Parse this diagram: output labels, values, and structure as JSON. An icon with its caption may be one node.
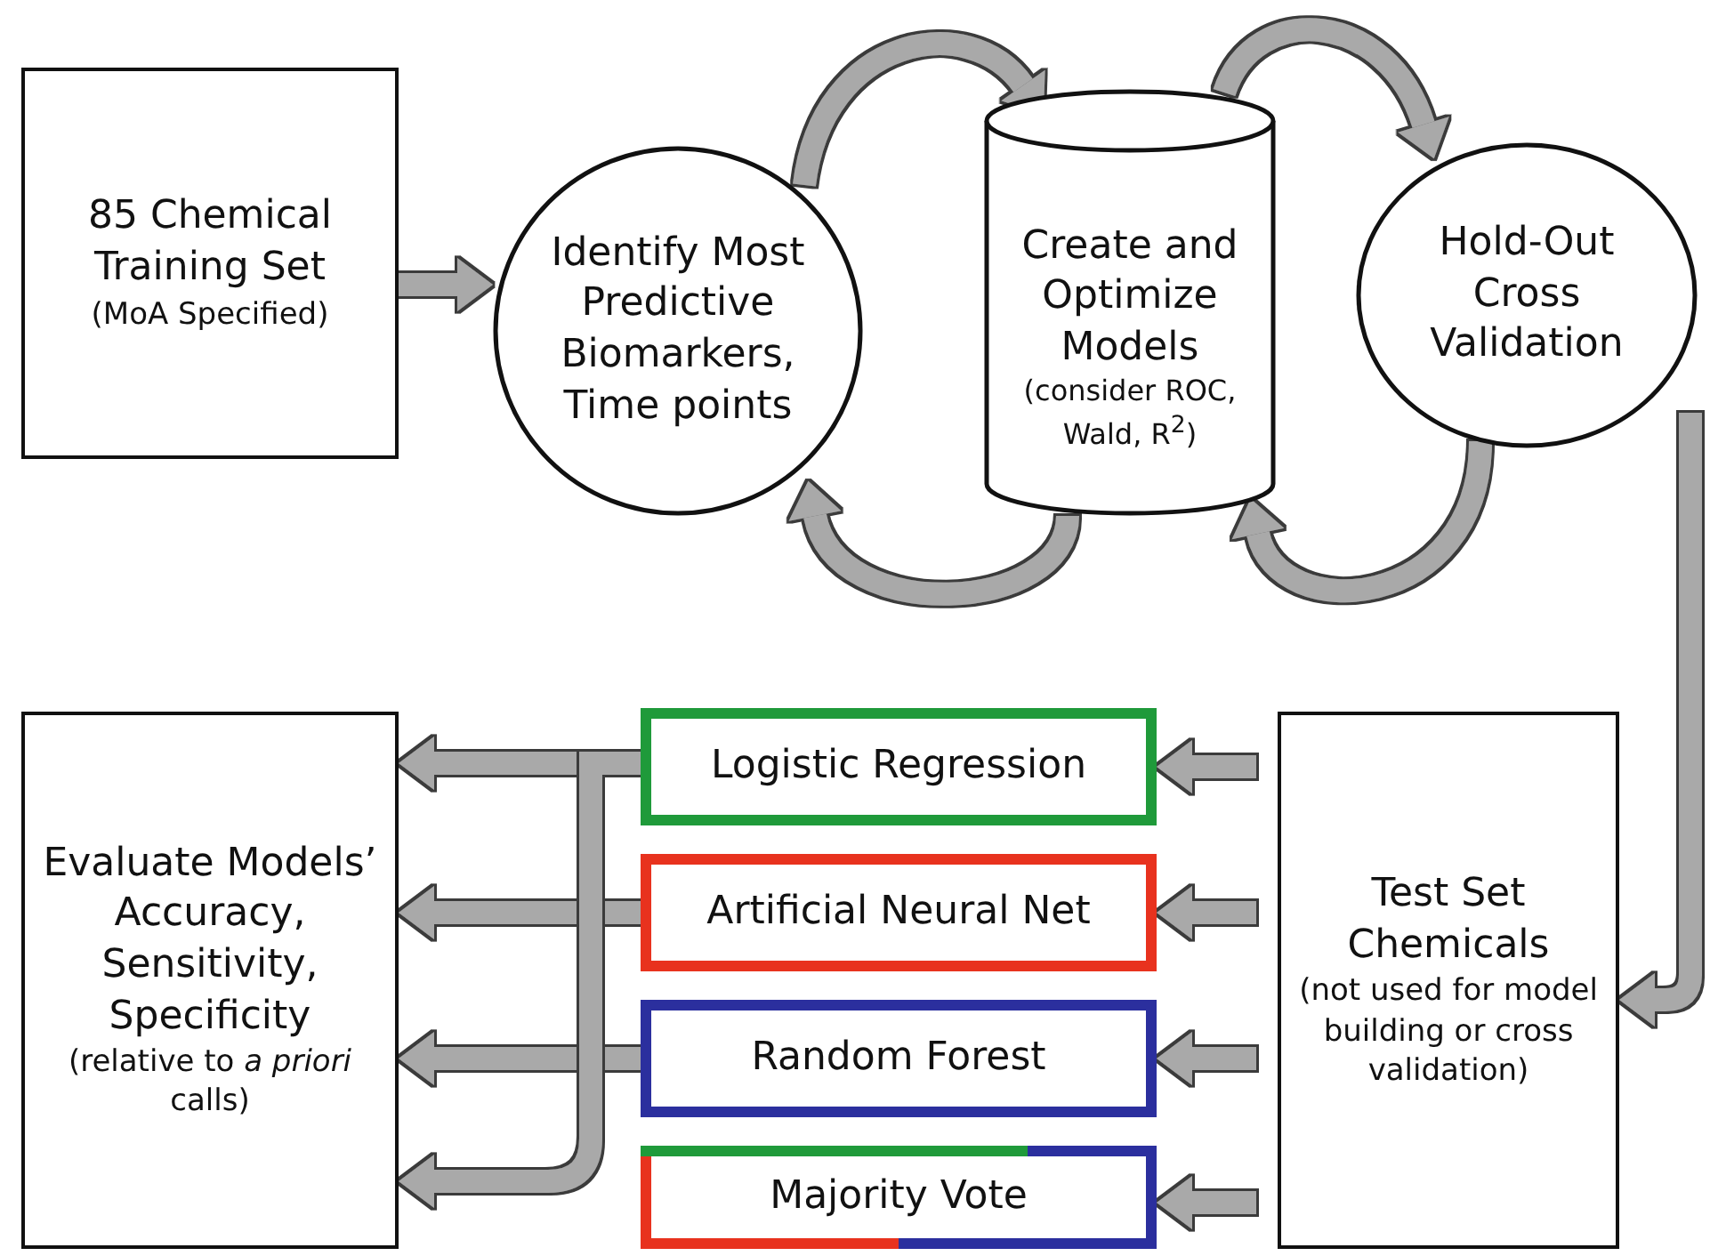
{
  "diagram": {
    "nodes": [
      {
        "text": [
          "85 Chemical Training Set",
          "(MoA Specified)"
        ]
      },
      {
        "text": [
          "Identify Most Predictive Biomarkers, Time points"
        ]
      },
      {
        "text": [
          "Create and Optimize Models",
          "(consider ROC, Wald, R$^{2}$)"
        ]
      },
      {
        "text": [
          "Hold-Out Cross Validation"
        ]
      },
      {
        "text": [
          "Evaluate Models’ Accuracy, Sensitivity, Specificity",
          "(relative to *a priori* calls)"
        ]
      },
      {
        "text": [
          "Logistic Regression"
        ]
      },
      {
        "text": [
          "Artificial Neural Net"
        ]
      },
      {
        "text": [
          "Random Forest"
        ]
      },
      {
        "text": [
          "Majority Vote"
        ]
      },
      {
        "text": [
          "Test Set Chemicals",
          "(not used for model building or cross validation)"
        ]
      }
    ],
    "edges": [
      {
        "from": 0,
        "to": 1,
        "arrow": "to"
      },
      {
        "from": 1,
        "to": 2,
        "arrow": "to"
      },
      {
        "from": 2,
        "to": 3,
        "arrow": "to"
      },
      {
        "from": 2,
        "to": 1,
        "arrow": "to"
      },
      {
        "from": 3,
        "to": 2,
        "arrow": "to"
      },
      {
        "from": 3,
        "to": 9,
        "arrow": "to"
      },
      {
        "from": 9,
        "to": 5,
        "arrow": "to"
      },
      {
        "from": 9,
        "to": 6,
        "arrow": "to"
      },
      {
        "from": 9,
        "to": 7,
        "arrow": "to"
      },
      {
        "from": 9,
        "to": 8,
        "arrow": "to"
      },
      {
        "from": 5,
        "to": 4,
        "arrow": "to"
      },
      {
        "from": 6,
        "to": 4,
        "arrow": "to"
      },
      {
        "from": 7,
        "to": 4,
        "arrow": "to"
      },
      {
        "from": 5,
        "to": 4,
        "arrow": "to"
      }
    ]
  }
}
